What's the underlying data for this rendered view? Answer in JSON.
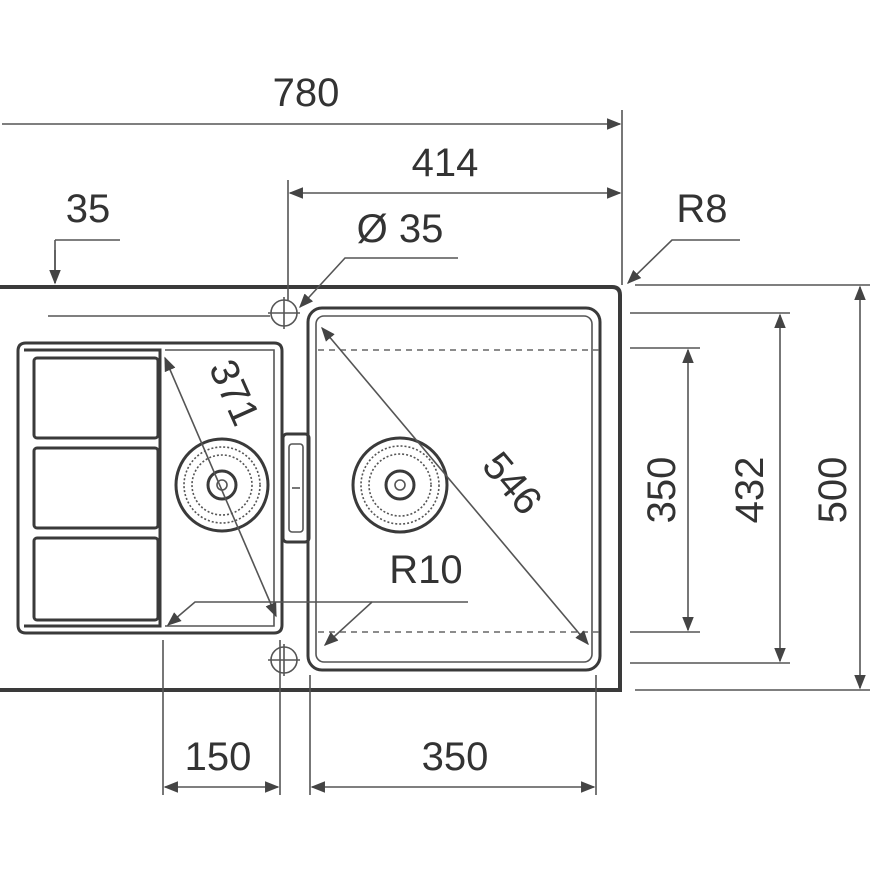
{
  "dimensions": {
    "total_width": "780",
    "bowl_section_width": "414",
    "edge_offset": "35",
    "tap_hole": "Ø 35",
    "corner_radius_outer": "R8",
    "drainer_diagonal": "371",
    "bowl_diagonal": "546",
    "bowl_corner_radius": "R10",
    "bowl_height_inner": "350",
    "bowl_height": "432",
    "total_depth": "500",
    "drainer_bowl_width": "150",
    "main_bowl_width": "350"
  },
  "colors": {
    "line": "#3a3a3a",
    "text": "#333333"
  }
}
